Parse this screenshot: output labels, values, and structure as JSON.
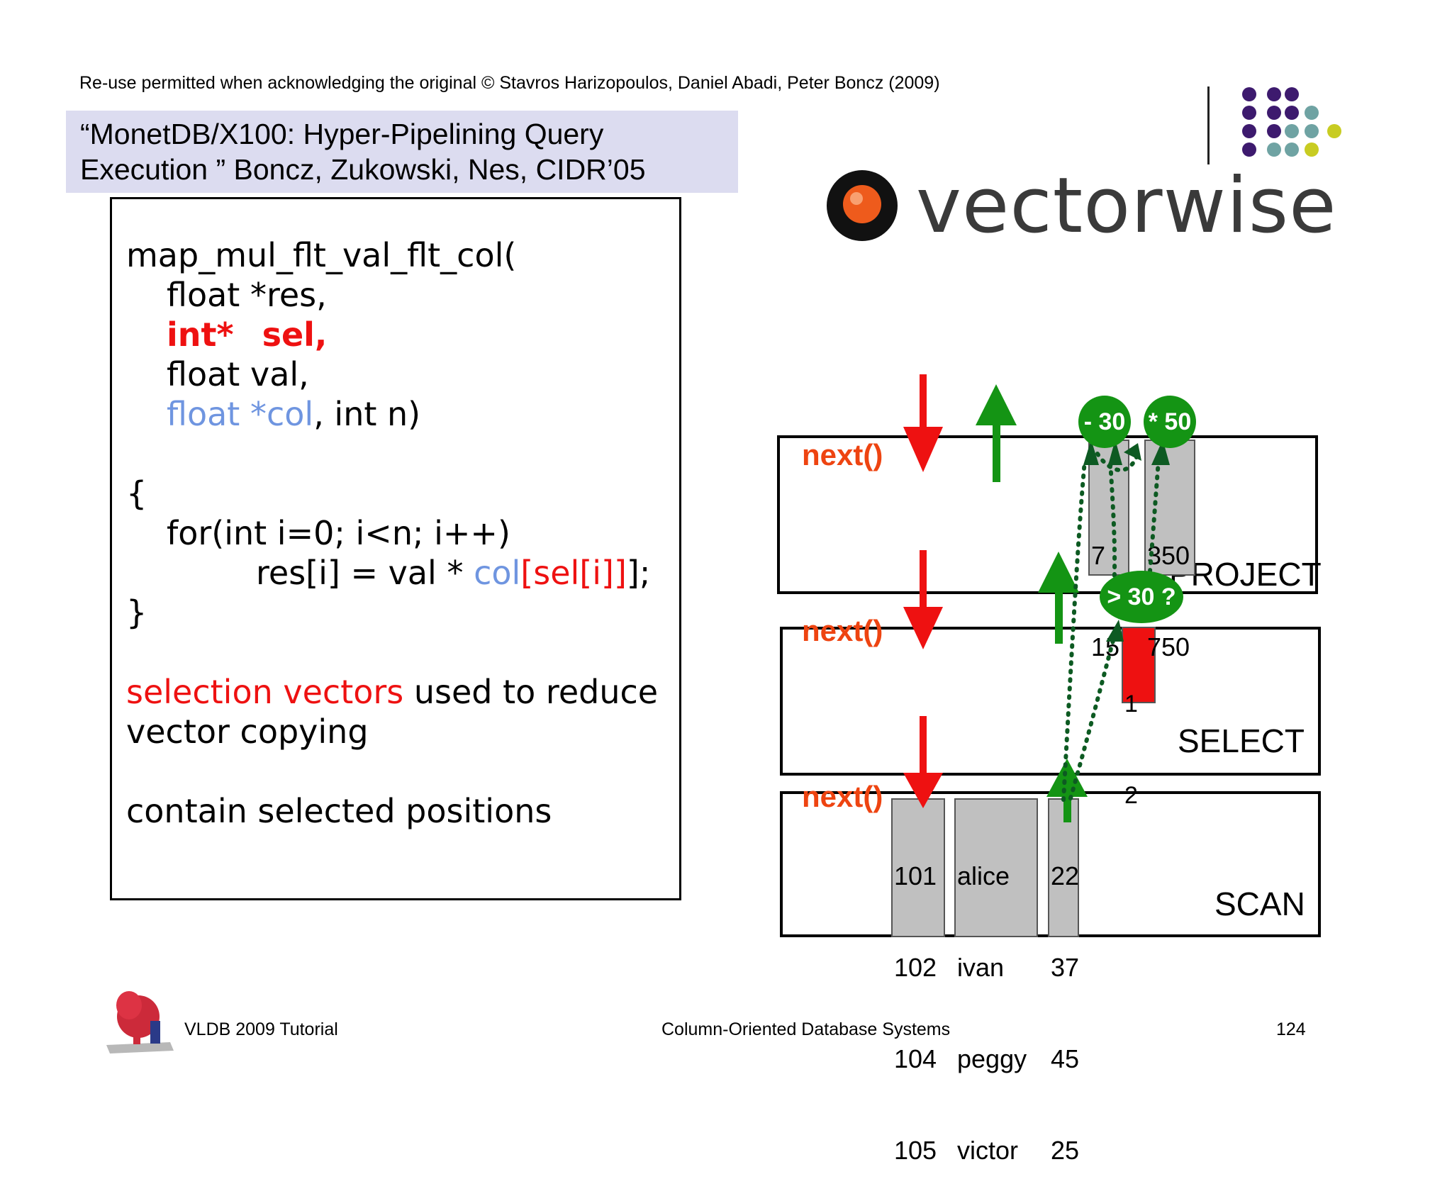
{
  "copyright": "Re-use permitted when acknowledging the original © Stavros Harizopoulos, Daniel Abadi, Peter Boncz (2009)",
  "reference": {
    "line1": "“MonetDB/X100: Hyper-Pipelining Query",
    "line2": "Execution ” Boncz, Zukowski, Nes, CIDR’05"
  },
  "code": {
    "sig": "map_mul_flt_val_flt_col(",
    "p1": "float *res,",
    "p2a": "int*",
    "p2b": "sel,",
    "p3": "float  val,",
    "p4a": "float *col",
    "p4b": ", int n)",
    "open": "{",
    "for": "for(int i=0; i<n; i++)",
    "body_a": "res[i] = val * ",
    "body_col": "col",
    "body_sel": "[sel[i]]",
    "body_end": "];",
    "close": "}",
    "note1a": "selection vectors",
    "note1b": " used  to reduce",
    "note2": "vector copying",
    "note3": "contain selected positions"
  },
  "logo": {
    "word": "vectorwise"
  },
  "operators": {
    "project": "PROJECT",
    "select": "SELECT",
    "scan": "SCAN",
    "next": "next()"
  },
  "scan_columns": {
    "ids": [
      "101",
      "102",
      "104",
      "105"
    ],
    "names": [
      "alice",
      "ivan",
      "peggy",
      "victor"
    ],
    "ages": [
      "22",
      "37",
      "45",
      "25"
    ]
  },
  "select_vector": [
    "1",
    "2"
  ],
  "project_columns": {
    "minus": [
      "7",
      "15"
    ],
    "times": [
      "350",
      "750"
    ]
  },
  "ops": {
    "minus30": "- 30",
    "times50": "* 50",
    "gt30": "> 30 ?"
  },
  "footer": {
    "left": "VLDB 2009 Tutorial",
    "center": "Column-Oriented Database Systems",
    "page": "124"
  },
  "colors": {
    "red": "#ee1111",
    "green": "#149414",
    "darkgreen": "#0d5a22",
    "blue": "#6f95e0",
    "dot_purple": "#3d1a6e",
    "dot_teal": "#6fa3a3",
    "dot_lime": "#c8cc22"
  }
}
